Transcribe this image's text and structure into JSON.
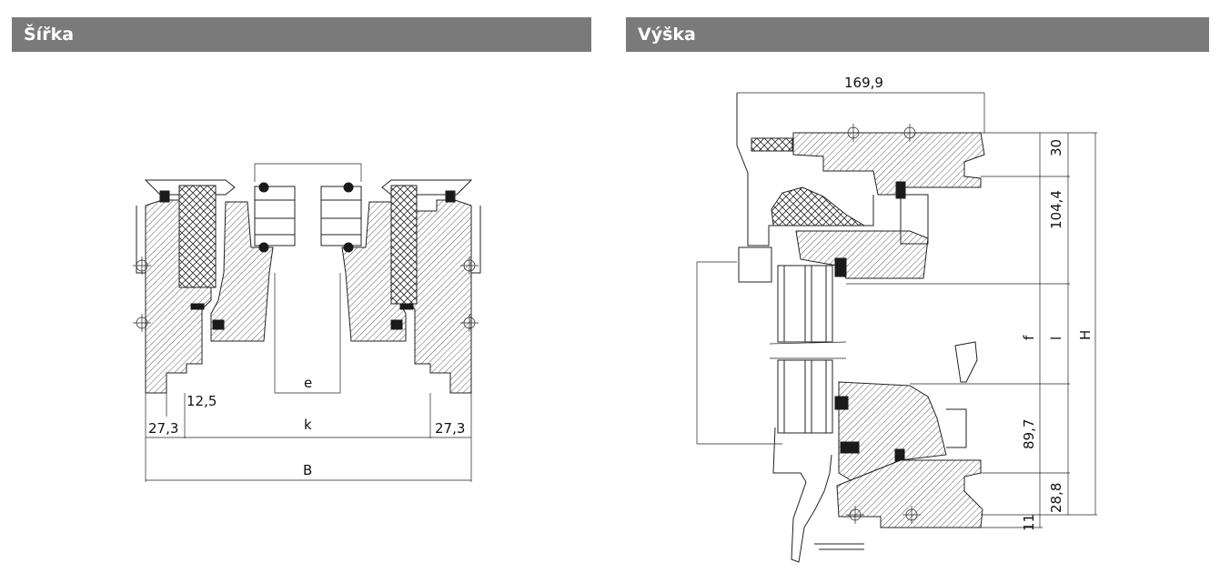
{
  "headers": {
    "width_title": "Šířka",
    "height_title": "Výška"
  },
  "width_drawing": {
    "dims": {
      "e": "e",
      "d125": "12,5",
      "d273_left": "27,3",
      "k": "k",
      "d273_right": "27,3",
      "B": "B"
    }
  },
  "height_drawing": {
    "dims": {
      "d1699": "169,9",
      "d30": "30",
      "d1044": "104,4",
      "f": "f",
      "l": "l",
      "H": "H",
      "d897": "89,7",
      "d288": "28,8",
      "d11": "11"
    }
  },
  "colors": {
    "header_bg": "#7a7a7a",
    "header_text": "#ffffff",
    "line": "#222222"
  }
}
